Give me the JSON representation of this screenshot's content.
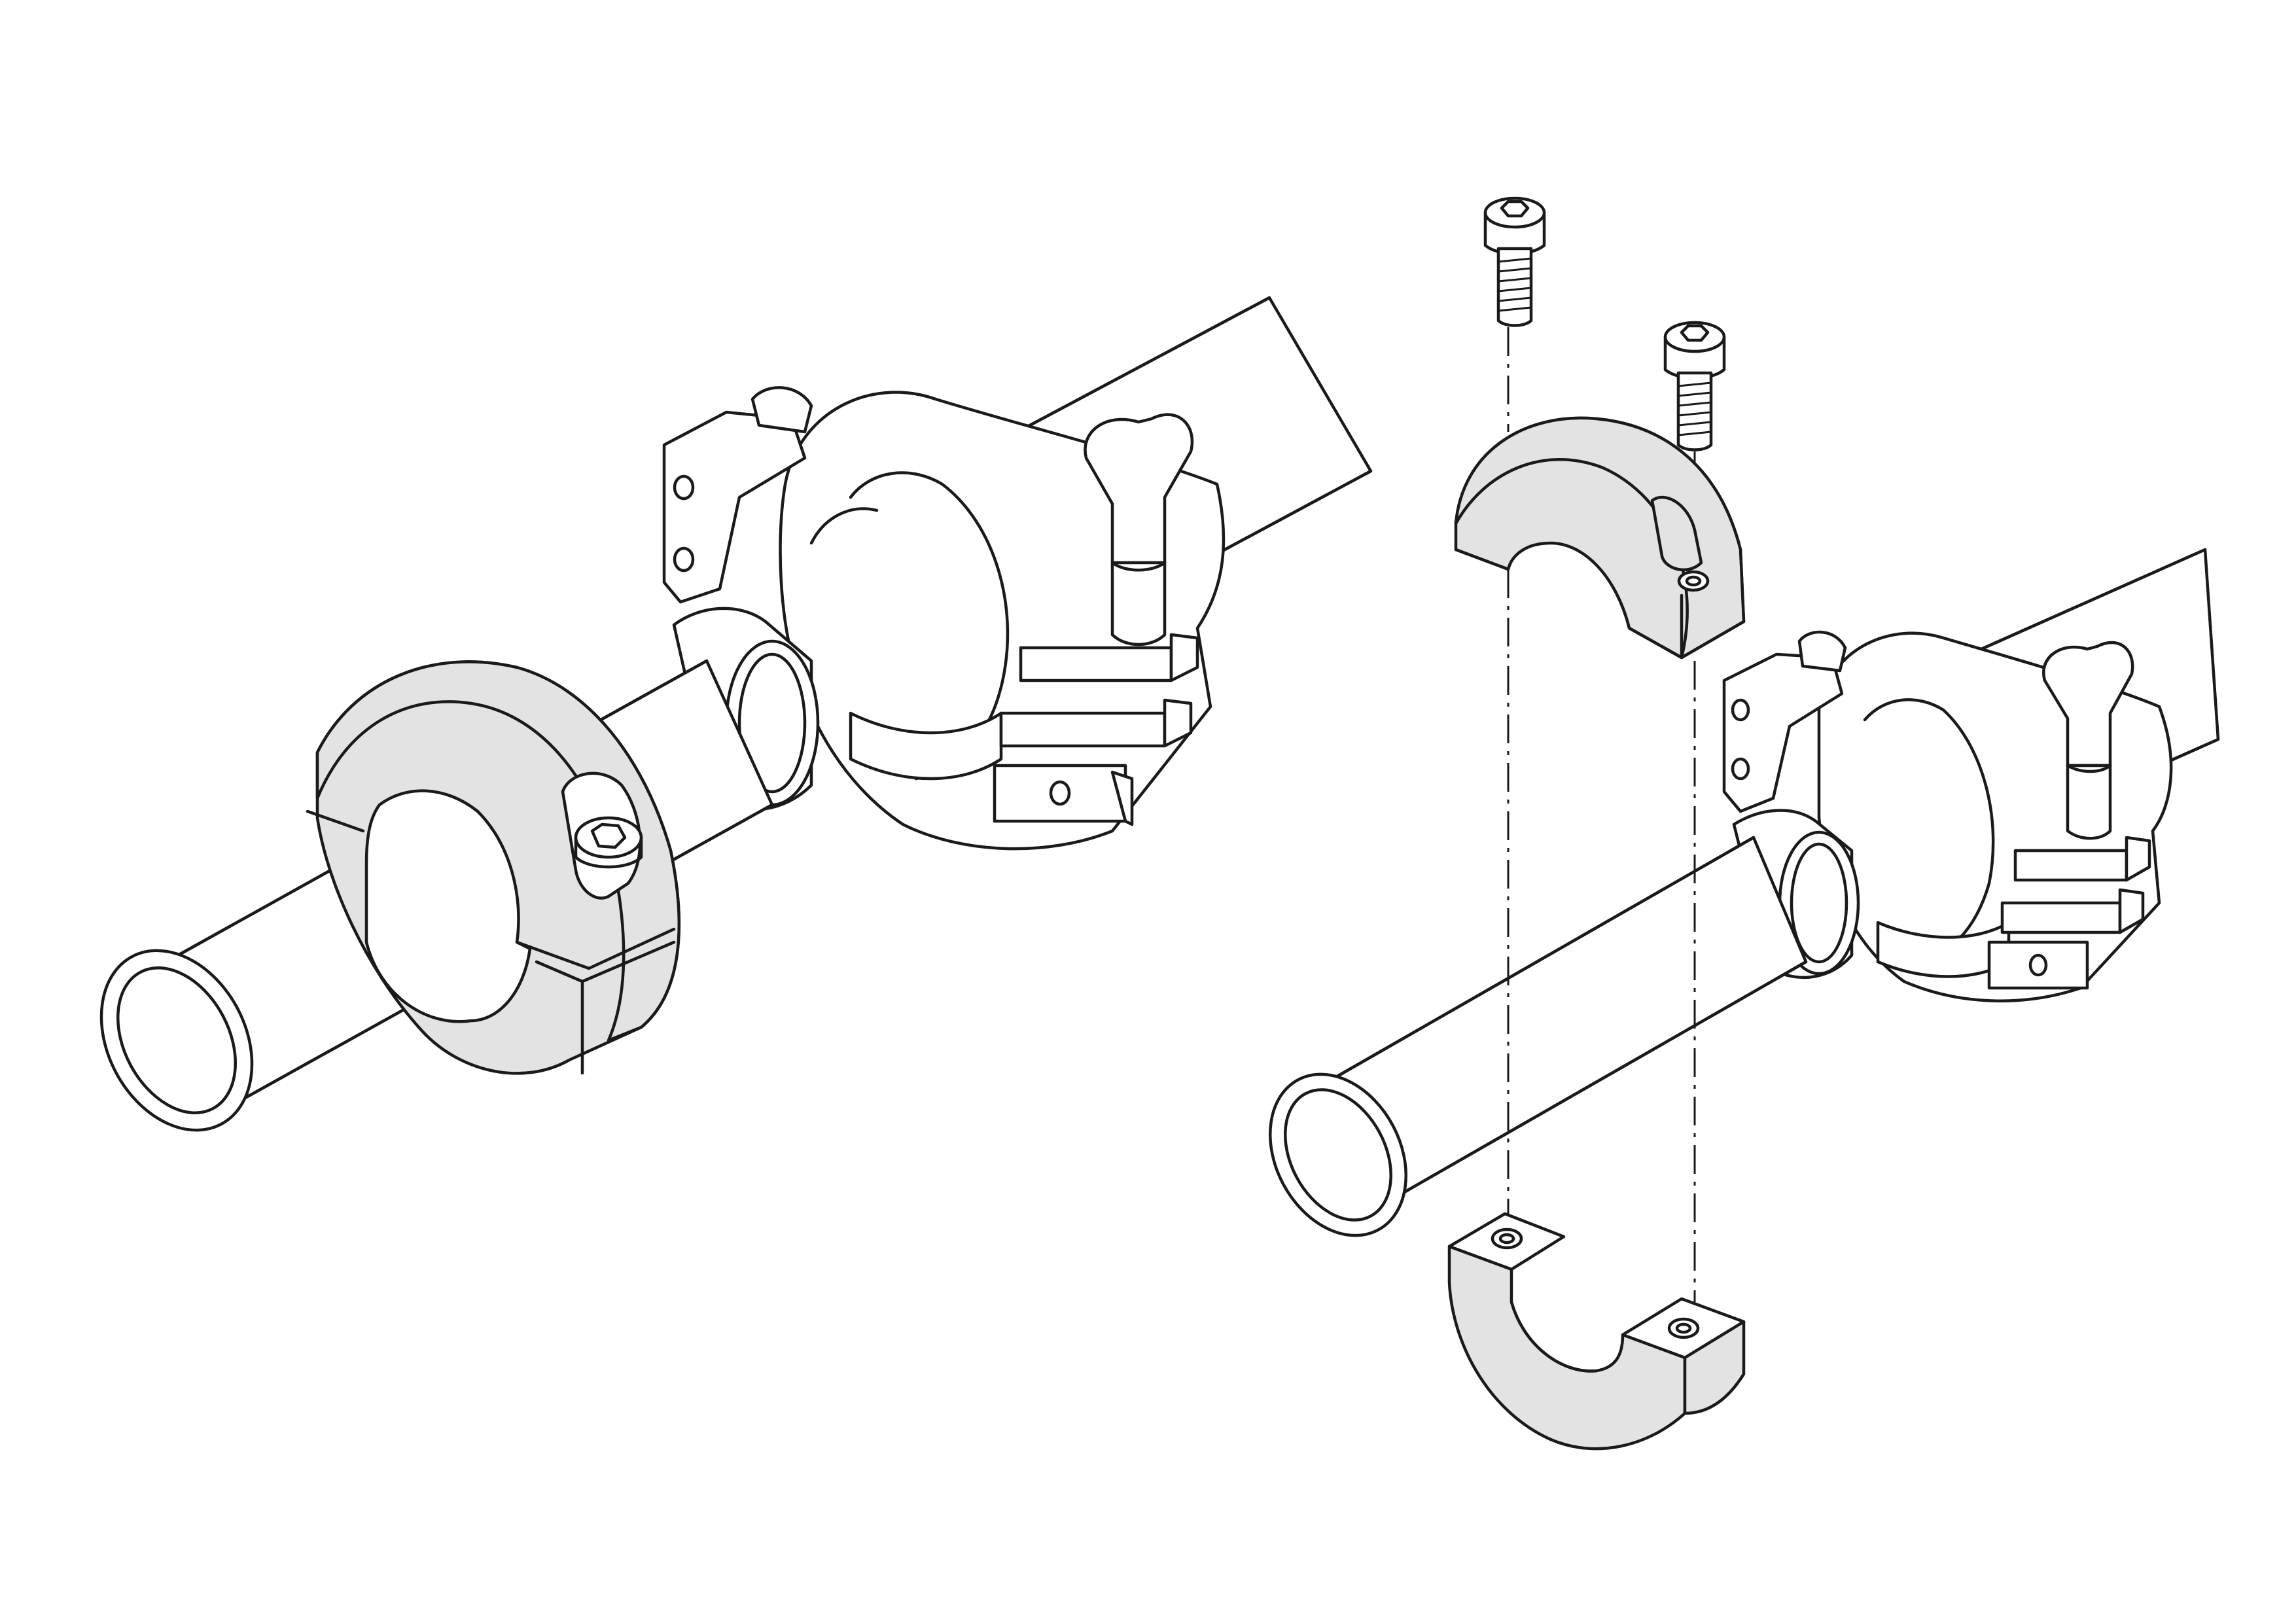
{
  "diagram": {
    "title": "",
    "colors": {
      "line": "#1a1a1a",
      "collar_fill": "#e3e3e3",
      "part_fill": "#ffffff",
      "background": "#ffffff"
    },
    "views": [
      {
        "id": "assembled",
        "parts": [
          "pipe",
          "shaft-collar",
          "screw",
          "kf-clamp",
          "wing-nut"
        ]
      },
      {
        "id": "exploded",
        "parts": [
          "pipe",
          "upper-collar-half",
          "lower-collar-half",
          "screw",
          "screw",
          "kf-clamp",
          "wing-nut",
          "assembly-lines"
        ]
      }
    ]
  }
}
